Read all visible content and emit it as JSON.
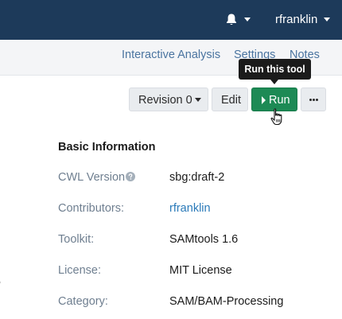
{
  "header": {
    "user_name": "rfranklin",
    "icons": {
      "notifications": "bell-icon",
      "notifications_menu": "caret-down-icon",
      "user_menu": "caret-down-icon"
    }
  },
  "subnav": {
    "links": [
      "Interactive Analysis",
      "Settings",
      "Notes"
    ]
  },
  "toolbar": {
    "revision_label": "Revision 0",
    "edit_label": "Edit",
    "run_label": "Run",
    "more_icon": "ellipsis-icon",
    "run_tooltip": "Run this tool"
  },
  "info": {
    "title": "Basic Information",
    "rows": [
      {
        "label": "CWL Version",
        "value": "sbg:draft-2"
      },
      {
        "label": "Contributors:",
        "value": "rfranklin"
      },
      {
        "label": "Toolkit:",
        "value": "SAMtools 1.6"
      },
      {
        "label": "License:",
        "value": "MIT License"
      },
      {
        "label": "Category:",
        "value": "SAM/BAM-Processing"
      }
    ]
  },
  "colors": {
    "topbar": "#1d3a5a",
    "run_button": "#1d8a55",
    "link": "#4a74a0",
    "contributor_link": "#2a7ab9",
    "label": "#6f7f90"
  }
}
